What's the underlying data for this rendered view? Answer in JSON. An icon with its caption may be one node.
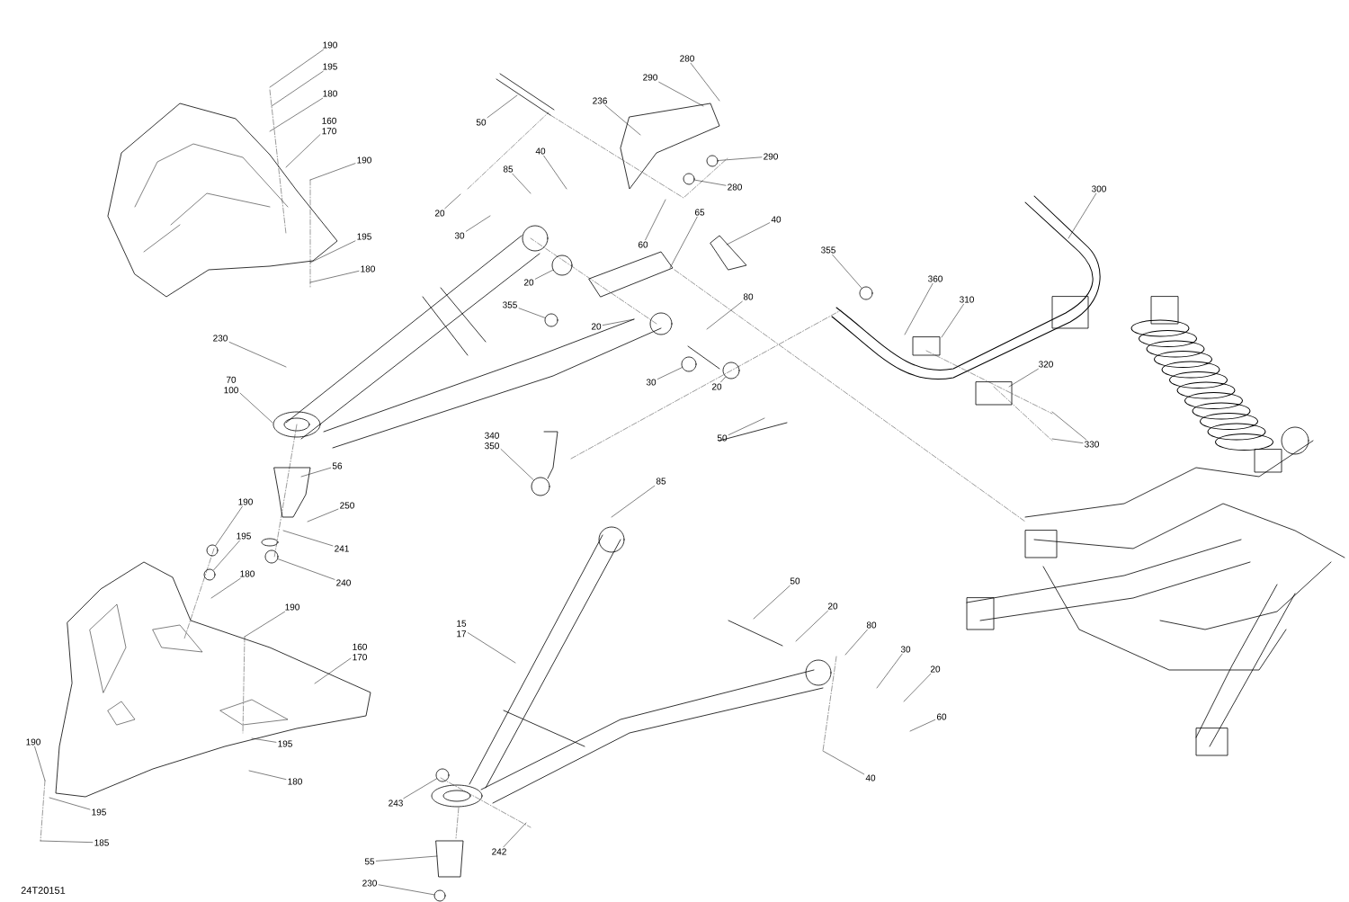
{
  "diagram": {
    "nodes": [
      {
        "text": [
          "190"
        ]
      },
      {
        "text": [
          "195"
        ]
      },
      {
        "text": [
          "180"
        ]
      },
      {
        "text": [
          "160",
          "170"
        ]
      },
      {
        "text": [
          "190"
        ]
      },
      {
        "text": [
          "195"
        ]
      },
      {
        "text": [
          "180"
        ]
      },
      {
        "text": [
          "50"
        ]
      },
      {
        "text": [
          "236"
        ]
      },
      {
        "text": [
          "290"
        ]
      },
      {
        "text": [
          "280"
        ]
      },
      {
        "text": [
          "290"
        ]
      },
      {
        "text": [
          "280"
        ]
      },
      {
        "text": [
          "85"
        ]
      },
      {
        "text": [
          "40"
        ]
      },
      {
        "text": [
          "20"
        ]
      },
      {
        "text": [
          "30"
        ]
      },
      {
        "text": [
          "20"
        ]
      },
      {
        "text": [
          "60"
        ]
      },
      {
        "text": [
          "65"
        ]
      },
      {
        "text": [
          "40"
        ]
      },
      {
        "text": [
          "355"
        ]
      },
      {
        "text": [
          "20"
        ]
      },
      {
        "text": [
          "80"
        ]
      },
      {
        "text": [
          "30"
        ]
      },
      {
        "text": [
          "20"
        ]
      },
      {
        "text": [
          "50"
        ]
      },
      {
        "text": [
          "230"
        ]
      },
      {
        "text": [
          "70",
          "100"
        ]
      },
      {
        "text": [
          "56"
        ]
      },
      {
        "text": [
          "340",
          "350"
        ]
      },
      {
        "text": [
          "85"
        ]
      },
      {
        "text": [
          "250"
        ]
      },
      {
        "text": [
          "241"
        ]
      },
      {
        "text": [
          "240"
        ]
      },
      {
        "text": [
          "190"
        ]
      },
      {
        "text": [
          "195"
        ]
      },
      {
        "text": [
          "180"
        ]
      },
      {
        "text": [
          "190"
        ]
      },
      {
        "text": [
          "160",
          "170"
        ]
      },
      {
        "text": [
          "195"
        ]
      },
      {
        "text": [
          "180"
        ]
      },
      {
        "text": [
          "190"
        ]
      },
      {
        "text": [
          "195"
        ]
      },
      {
        "text": [
          "185"
        ]
      },
      {
        "text": [
          "15",
          "17"
        ]
      },
      {
        "text": [
          "50"
        ]
      },
      {
        "text": [
          "20"
        ]
      },
      {
        "text": [
          "80"
        ]
      },
      {
        "text": [
          "30"
        ]
      },
      {
        "text": [
          "20"
        ]
      },
      {
        "text": [
          "60"
        ]
      },
      {
        "text": [
          "40"
        ]
      },
      {
        "text": [
          "243"
        ]
      },
      {
        "text": [
          "242"
        ]
      },
      {
        "text": [
          "55"
        ]
      },
      {
        "text": [
          "230"
        ]
      },
      {
        "text": [
          "300"
        ]
      },
      {
        "text": [
          "355"
        ]
      },
      {
        "text": [
          "360"
        ]
      },
      {
        "text": [
          "310"
        ]
      },
      {
        "text": [
          "320"
        ]
      },
      {
        "text": [
          "330"
        ]
      },
      {
        "text": [],
        "shape": "circle"
      },
      {
        "text": [],
        "shape": "circle"
      },
      {
        "text": [],
        "shape": "circle"
      },
      {
        "text": [],
        "shape": "circle"
      },
      {
        "text": [],
        "shape": "circle"
      },
      {
        "text": [],
        "shape": "circle"
      },
      {
        "text": [],
        "shape": "circle"
      },
      {
        "text": [],
        "shape": "circle"
      },
      {
        "text": [],
        "shape": "circle"
      },
      {
        "text": [],
        "shape": "circle"
      },
      {
        "text": [],
        "shape": "circle"
      },
      {
        "text": [],
        "shape": "circle"
      },
      {
        "text": [],
        "shape": "circle"
      }
    ],
    "edges": [
      {
        "from": 0,
        "to": null,
        "arrow": "none"
      },
      {
        "from": 1,
        "to": null,
        "arrow": "none"
      },
      {
        "from": 2,
        "to": null,
        "arrow": "none"
      },
      {
        "from": 3,
        "to": null,
        "arrow": "none"
      },
      {
        "from": 4,
        "to": null,
        "arrow": "none"
      },
      {
        "from": 5,
        "to": null,
        "arrow": "none"
      },
      {
        "from": 6,
        "to": null,
        "arrow": "none"
      },
      {
        "from": 7,
        "to": null,
        "arrow": "none"
      },
      {
        "from": 8,
        "to": null,
        "arrow": "none"
      },
      {
        "from": 9,
        "to": null,
        "arrow": "none"
      },
      {
        "from": 10,
        "to": null,
        "arrow": "none"
      },
      {
        "from": 11,
        "to": 63,
        "arrow": "none"
      },
      {
        "from": 12,
        "to": 64,
        "arrow": "none"
      },
      {
        "from": 13,
        "to": null,
        "arrow": "none"
      },
      {
        "from": 14,
        "to": null,
        "arrow": "none"
      },
      {
        "from": 15,
        "to": null,
        "arrow": "none"
      },
      {
        "from": 16,
        "to": null,
        "arrow": "none"
      },
      {
        "from": 17,
        "to": 65,
        "arrow": "none"
      },
      {
        "from": 18,
        "to": null,
        "arrow": "none"
      },
      {
        "from": 19,
        "to": null,
        "arrow": "none"
      },
      {
        "from": 20,
        "to": null,
        "arrow": "none"
      },
      {
        "from": 21,
        "to": 66,
        "arrow": "none"
      },
      {
        "from": 22,
        "to": null,
        "arrow": "none"
      },
      {
        "from": 23,
        "to": null,
        "arrow": "none"
      },
      {
        "from": 24,
        "to": 67,
        "arrow": "none"
      },
      {
        "from": 25,
        "to": 68,
        "arrow": "none"
      },
      {
        "from": 26,
        "to": null,
        "arrow": "none"
      },
      {
        "from": 27,
        "to": null,
        "arrow": "none"
      },
      {
        "from": 28,
        "to": null,
        "arrow": "none"
      },
      {
        "from": 29,
        "to": null,
        "arrow": "none"
      },
      {
        "from": 30,
        "to": 69,
        "arrow": "none"
      },
      {
        "from": 31,
        "to": null,
        "arrow": "none"
      },
      {
        "from": 32,
        "to": null,
        "arrow": "none"
      },
      {
        "from": 33,
        "to": null,
        "arrow": "none"
      },
      {
        "from": 34,
        "to": 70,
        "arrow": "none"
      },
      {
        "from": 35,
        "to": 71,
        "arrow": "none"
      },
      {
        "from": 36,
        "to": 72,
        "arrow": "none"
      },
      {
        "from": 37,
        "to": null,
        "arrow": "none"
      },
      {
        "from": 38,
        "to": null,
        "arrow": "none"
      },
      {
        "from": 39,
        "to": null,
        "arrow": "none"
      },
      {
        "from": 40,
        "to": null,
        "arrow": "none"
      },
      {
        "from": 41,
        "to": null,
        "arrow": "none"
      },
      {
        "from": 42,
        "to": null,
        "arrow": "none"
      },
      {
        "from": 43,
        "to": null,
        "arrow": "none"
      },
      {
        "from": 44,
        "to": null,
        "arrow": "none"
      },
      {
        "from": 45,
        "to": null,
        "arrow": "none"
      },
      {
        "from": 46,
        "to": null,
        "arrow": "none"
      },
      {
        "from": 47,
        "to": null,
        "arrow": "none"
      },
      {
        "from": 48,
        "to": null,
        "arrow": "none"
      },
      {
        "from": 49,
        "to": null,
        "arrow": "none"
      },
      {
        "from": 50,
        "to": null,
        "arrow": "none"
      },
      {
        "from": 51,
        "to": null,
        "arrow": "none"
      },
      {
        "from": 52,
        "to": null,
        "arrow": "none"
      },
      {
        "from": 53,
        "to": 73,
        "arrow": "none"
      },
      {
        "from": 54,
        "to": null,
        "arrow": "none"
      },
      {
        "from": 55,
        "to": null,
        "arrow": "none"
      },
      {
        "from": 56,
        "to": 74,
        "arrow": "none"
      },
      {
        "from": 57,
        "to": null,
        "arrow": "none"
      },
      {
        "from": 58,
        "to": 75,
        "arrow": "none"
      },
      {
        "from": 59,
        "to": null,
        "arrow": "none"
      },
      {
        "from": 60,
        "to": null,
        "arrow": "none"
      },
      {
        "from": 61,
        "to": null,
        "arrow": "none"
      },
      {
        "from": 62,
        "to": null,
        "arrow": "none"
      },
      {
        "from": 62,
        "to": null,
        "arrow": "none"
      }
    ],
    "labels": [
      "24T20151"
    ]
  }
}
